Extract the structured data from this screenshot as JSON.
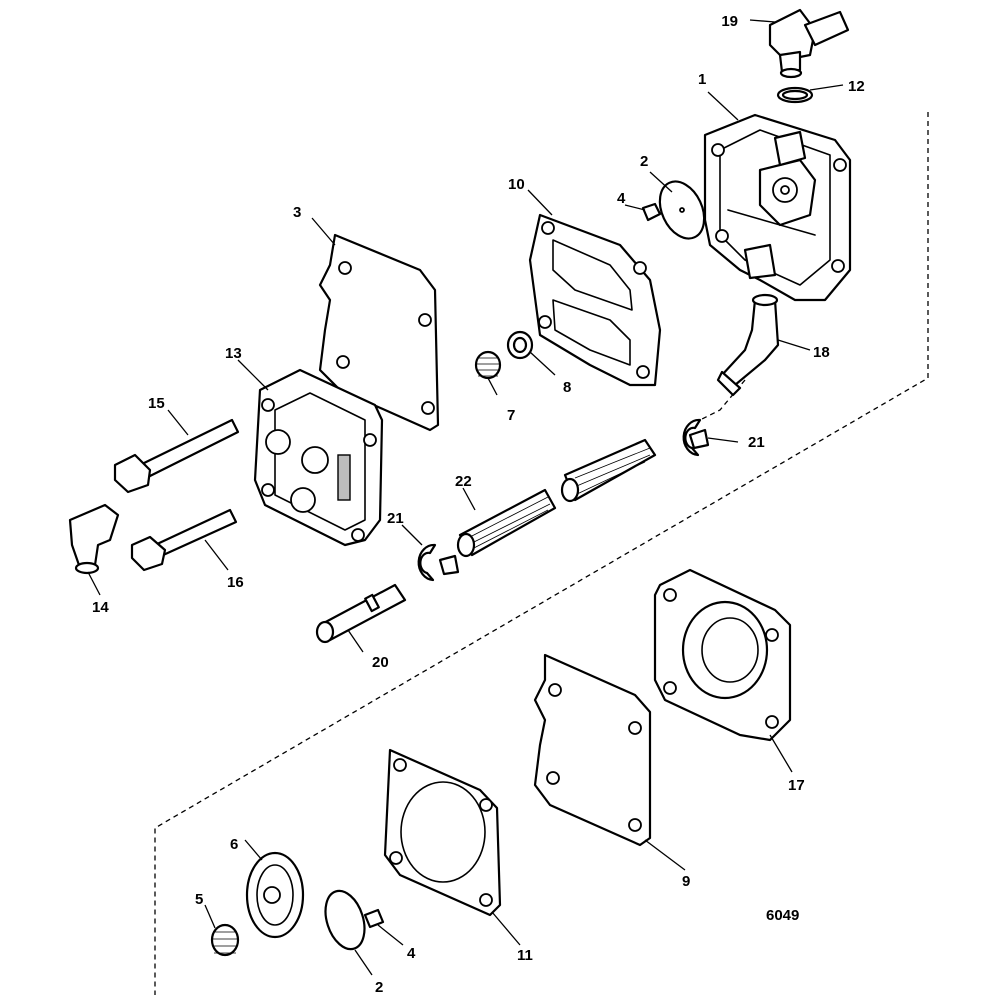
{
  "reference_number": "6049",
  "callouts": [
    {
      "id": "c19",
      "label": "19"
    },
    {
      "id": "c12",
      "label": "12"
    },
    {
      "id": "c1",
      "label": "1"
    },
    {
      "id": "c2a",
      "label": "2"
    },
    {
      "id": "c10",
      "label": "10"
    },
    {
      "id": "c4a",
      "label": "4"
    },
    {
      "id": "c3",
      "label": "3"
    },
    {
      "id": "c18",
      "label": "18"
    },
    {
      "id": "c13",
      "label": "13"
    },
    {
      "id": "c7",
      "label": "7"
    },
    {
      "id": "c8",
      "label": "8"
    },
    {
      "id": "c15",
      "label": "15"
    },
    {
      "id": "c21a",
      "label": "21"
    },
    {
      "id": "c22",
      "label": "22"
    },
    {
      "id": "c21b",
      "label": "21"
    },
    {
      "id": "c14",
      "label": "14"
    },
    {
      "id": "c16",
      "label": "16"
    },
    {
      "id": "c20",
      "label": "20"
    },
    {
      "id": "c17",
      "label": "17"
    },
    {
      "id": "c9",
      "label": "9"
    },
    {
      "id": "c6",
      "label": "6"
    },
    {
      "id": "c5",
      "label": "5"
    },
    {
      "id": "c4b",
      "label": "4"
    },
    {
      "id": "c11",
      "label": "11"
    },
    {
      "id": "c2b",
      "label": "2"
    }
  ],
  "colors": {
    "line": "#000000",
    "background": "#ffffff",
    "shade": "#bdbdbd"
  }
}
